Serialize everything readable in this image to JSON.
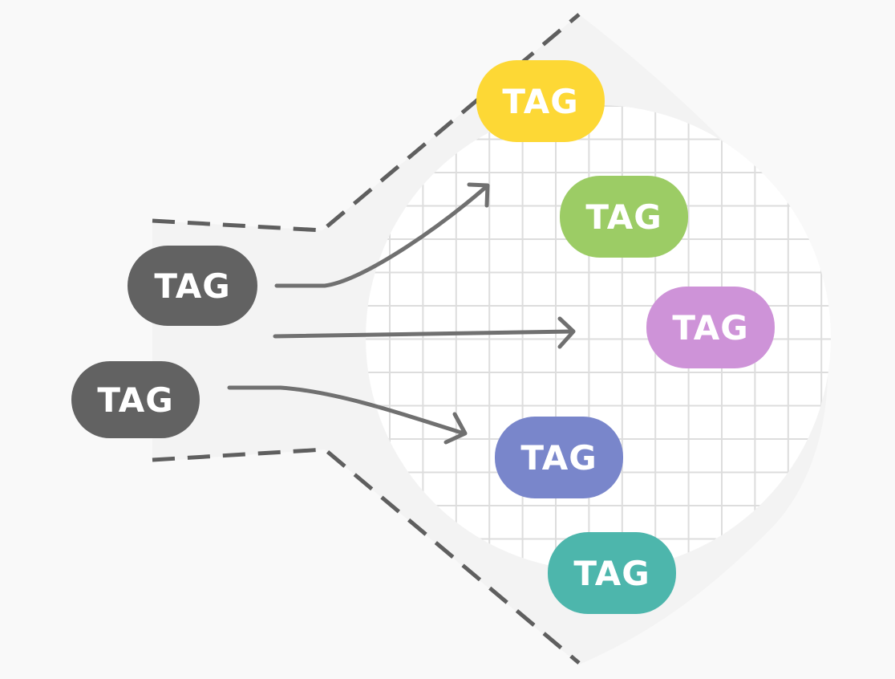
{
  "source_tags": [
    {
      "label": "TAG",
      "color": "#626262"
    },
    {
      "label": "TAG",
      "color": "#626262"
    }
  ],
  "target_tags": [
    {
      "label": "TAG",
      "color": "#fdd835"
    },
    {
      "label": "TAG",
      "color": "#9ccc65"
    },
    {
      "label": "TAG",
      "color": "#ce93d8"
    },
    {
      "label": "TAG",
      "color": "#7986cb"
    },
    {
      "label": "TAG",
      "color": "#4db6ac"
    }
  ],
  "colors": {
    "background": "#f9f9f9",
    "funnel_fill": "#f3f3f3",
    "grid_fill": "#ffffff",
    "grid_line": "#dddddd",
    "dashed_border": "#5f5f5f",
    "arrow": "#707070"
  }
}
